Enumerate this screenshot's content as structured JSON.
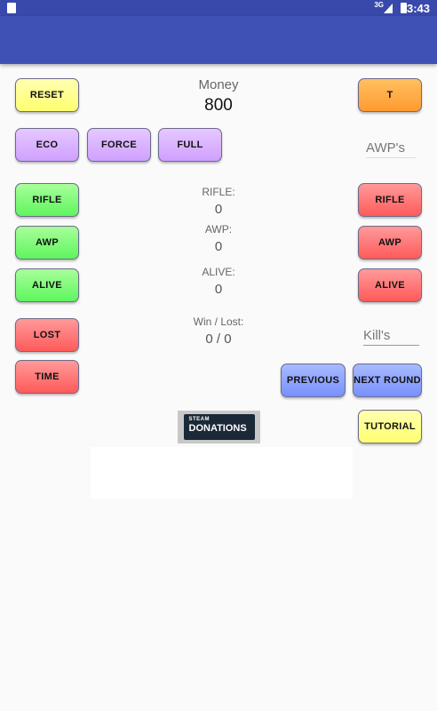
{
  "status": {
    "network": "3G",
    "time": "3:43"
  },
  "buttons": {
    "reset": "RESET",
    "t": "T",
    "eco": "ECO",
    "force": "FORCE",
    "full": "FULL",
    "rifle_left": "RIFLE",
    "awp_left": "AWP",
    "alive_left": "ALIVE",
    "lost": "LOST",
    "time": "TIME",
    "rifle_right": "RIFLE",
    "awp_right": "AWP",
    "alive_right": "ALIVE",
    "previous": "PREVIOUS",
    "next_round": "NEXT ROUND",
    "tutorial": "TUTORIAL"
  },
  "money": {
    "label": "Money",
    "value": "800"
  },
  "stats": {
    "rifle_label": "RIFLE:",
    "rifle_value": "0",
    "awp_label": "AWP:",
    "awp_value": "0",
    "alive_label": "ALIVE:",
    "alive_value": "0",
    "winlost_label": "Win / Lost:",
    "winlost_value": "0 / 0"
  },
  "inputs": {
    "awps_hint": "AWP's",
    "kills_hint": "Kill's"
  },
  "steam": {
    "top": "STEAM",
    "bottom": "DONATIONS"
  },
  "colors": {
    "app_bar": "#3f51b5",
    "status_bar": "#3949ab",
    "yellow": "#ffff70",
    "orange": "#ff9a30",
    "purple": "#cfa0ff",
    "green": "#5ef55e",
    "red": "#ff5a5a",
    "blue": "#7890ff"
  }
}
